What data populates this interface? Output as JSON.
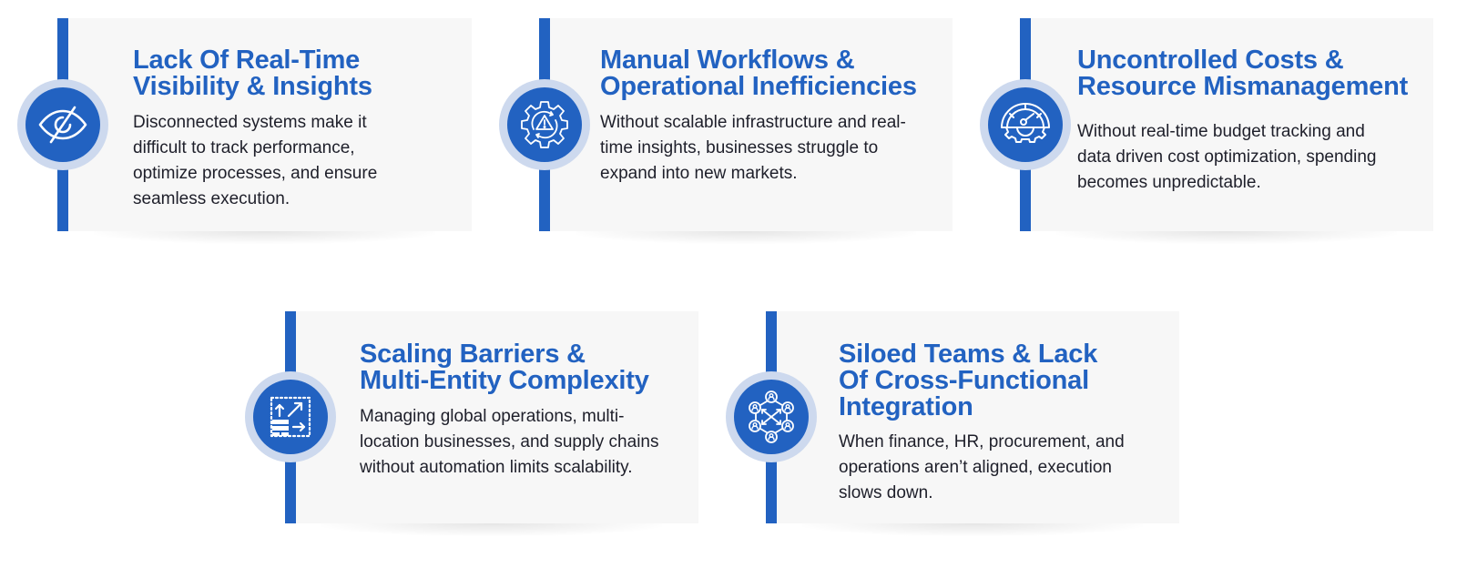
{
  "colors": {
    "accent": "#2262c1",
    "halo": "#cdd9ee",
    "card_bg": "#f7f7f7",
    "body_text": "#1e1f2a"
  },
  "cards": [
    {
      "icon": "eye-slash-icon",
      "title_lines": [
        "Lack Of Real-Time",
        "Visibility & Insights"
      ],
      "description": "Disconnected systems make it difficult to track performance, optimize processes, and ensure seamless execution."
    },
    {
      "icon": "gear-warning-icon",
      "title_lines": [
        "Manual Workflows &",
        "Operational Inefficiencies"
      ],
      "description": "Without scalable infrastructure and real-time insights, businesses struggle to expand into new markets."
    },
    {
      "icon": "gauge-gear-icon",
      "title_lines": [
        "Uncontrolled Costs &",
        "Resource Mismanagement"
      ],
      "description": "Without real-time budget tracking and data driven cost optimization, spending becomes unpredictable."
    },
    {
      "icon": "scale-expand-icon",
      "title_lines": [
        "Scaling Barriers &",
        "Multi-Entity Complexity"
      ],
      "description": "Managing global operations, multi-location businesses, and supply chains without automation limits scalability."
    },
    {
      "icon": "team-network-icon",
      "title_lines": [
        "Siloed Teams & Lack",
        "Of Cross-Functional",
        "Integration"
      ],
      "description": "When finance, HR, procurement, and operations aren’t aligned, execution slows down."
    }
  ]
}
